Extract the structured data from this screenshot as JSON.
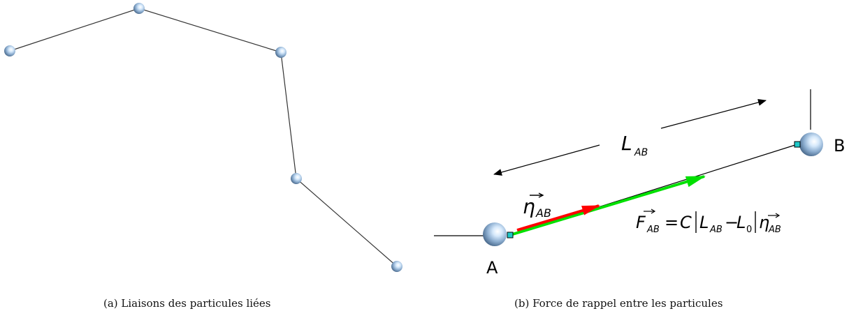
{
  "captions": {
    "a": "(a) Liaisons des particules liées",
    "b": "(b) Force de rappel entre les particules"
  },
  "labels": {
    "point_a": "A",
    "point_b": "B",
    "length": "L",
    "length_sub": "AB",
    "eta": "η",
    "eta_sub": "AB",
    "formula": {
      "F": "F",
      "F_sub": "AB",
      "eq": "=",
      "C": "C",
      "L": "L",
      "L_sub": "AB",
      "minus": "−",
      "L0": "L",
      "L0_sub": "0",
      "eta": "η",
      "eta_sub": "AB"
    }
  },
  "colors": {
    "sphere_dark": "#4a6a8c",
    "sphere_light": "#cfe4f8",
    "unit_vector": "#ff0000",
    "force_vector": "#00e000",
    "anchor": "#1fc8c8"
  }
}
